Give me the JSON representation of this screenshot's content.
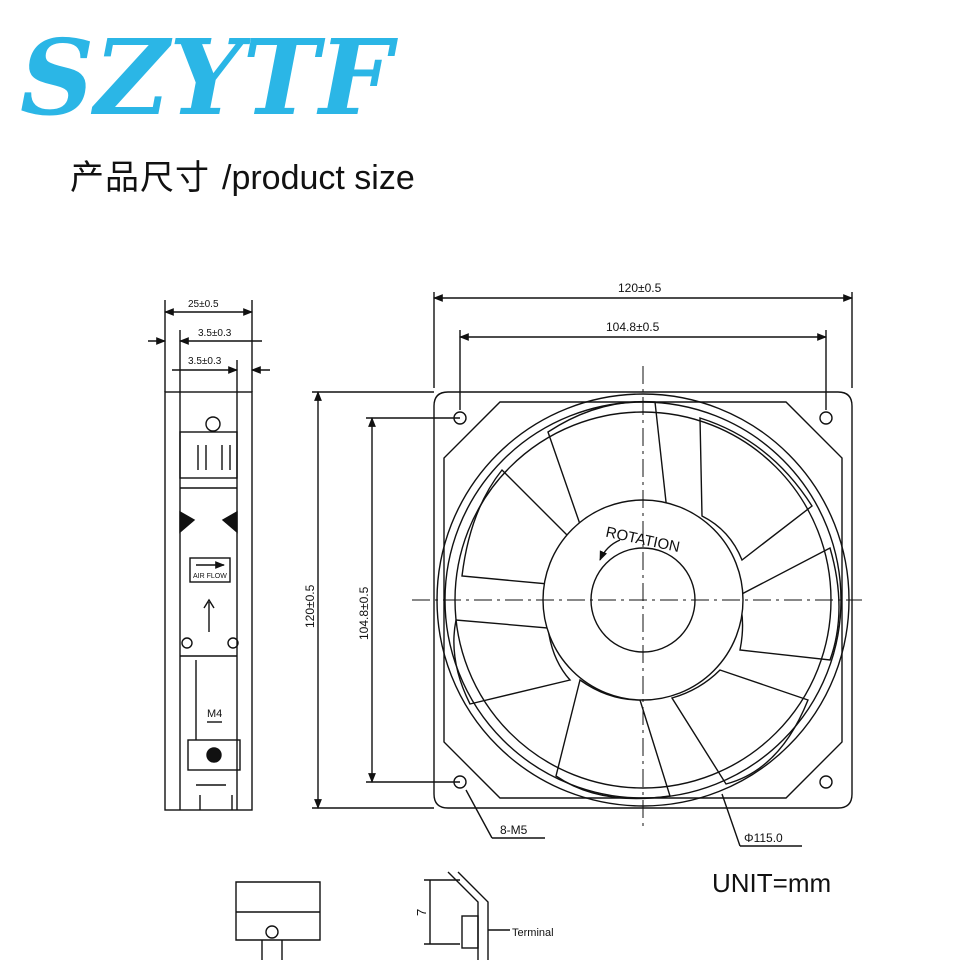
{
  "brand": {
    "logo_text": "SZYTF",
    "color": "#2bb6e6"
  },
  "heading": {
    "zh": "产品尺寸",
    "en": "/product size"
  },
  "side_view": {
    "dim_depth": "25±0.5",
    "dim_flange_top": "3.5±0.3",
    "dim_flange_bottom": "3.5±0.3",
    "airflow_label": "AIR FLOW",
    "screw_label": "M4"
  },
  "front_view": {
    "dim_width": "120±0.5",
    "dim_hole_spacing_h": "104.8±0.5",
    "dim_height": "120±0.5",
    "dim_hole_spacing_v": "104.8±0.5",
    "rotation_label": "ROTATION",
    "hole_label": "8-M5",
    "diameter_label": "Φ115.0"
  },
  "terminal": {
    "dim_height": "7",
    "label": "Terminal"
  },
  "unit_label": "UNIT=mm"
}
